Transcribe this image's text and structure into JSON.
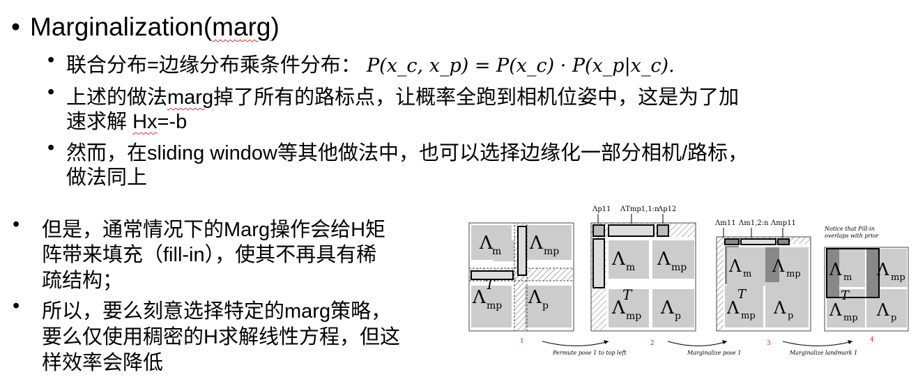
{
  "slide": {
    "heading": {
      "bullet": "•",
      "text_a": "Marginalization(",
      "text_b": "marg",
      "text_c": ")"
    },
    "sub1": {
      "bullet": "•",
      "text": "联合分布=边缘分布乘条件分布：",
      "formula": "P(x_c, x_p) = P(x_c) · P(x_p|x_c)."
    },
    "sub2": {
      "bullet": "•",
      "line1_a": "上述的做法",
      "line1_b": "marg",
      "line1_c": "掉了所有的路标点，让概率全跑到相机位姿中，这是为了加",
      "line2_a": "速求解  ",
      "line2_b": "Hx",
      "line2_c": "=-b"
    },
    "sub3": {
      "bullet": "•",
      "line1": "然而，在sliding window等其他做法中，也可以选择边缘化一部分相机/路标，",
      "line2": "做法同上"
    },
    "left_bullets": [
      {
        "bullet": "•",
        "lines": [
          "但是，通常情况下的Marg操作会给H矩",
          "阵带来填充（fill-in），使其不再具有稀",
          "疏结构；"
        ]
      },
      {
        "bullet": "•",
        "lines": [
          "所以，要么刻意选择特定的marg策略，",
          "要么仅使用稠密的H求解线性方程，但这",
          "样效率会降低"
        ]
      }
    ]
  },
  "figure": {
    "step_numbers": [
      "1",
      "2",
      "3",
      "4"
    ],
    "arrow_captions": [
      "Permute pose 1 to top left",
      "Marginalize pose 1",
      "Marginalize landmark 1"
    ],
    "note": [
      "Notice that Fill-in",
      "overlaps with prior"
    ],
    "block_labels": {
      "m": "Λm",
      "mp": "Λmp",
      "mpT": "ΛmpT",
      "p": "Λp",
      "T": "T"
    },
    "top_labels_2": [
      "Λp11",
      "ΛTmp1,1:n",
      "Λp12"
    ],
    "top_labels_3": [
      "Λm11",
      "Λm1,2:n",
      "Λmp11"
    ],
    "colors": {
      "step_number": "#cc2222",
      "block_fill": "#cccccc",
      "dark_fill": "#777777",
      "hatch": "#666666"
    }
  }
}
